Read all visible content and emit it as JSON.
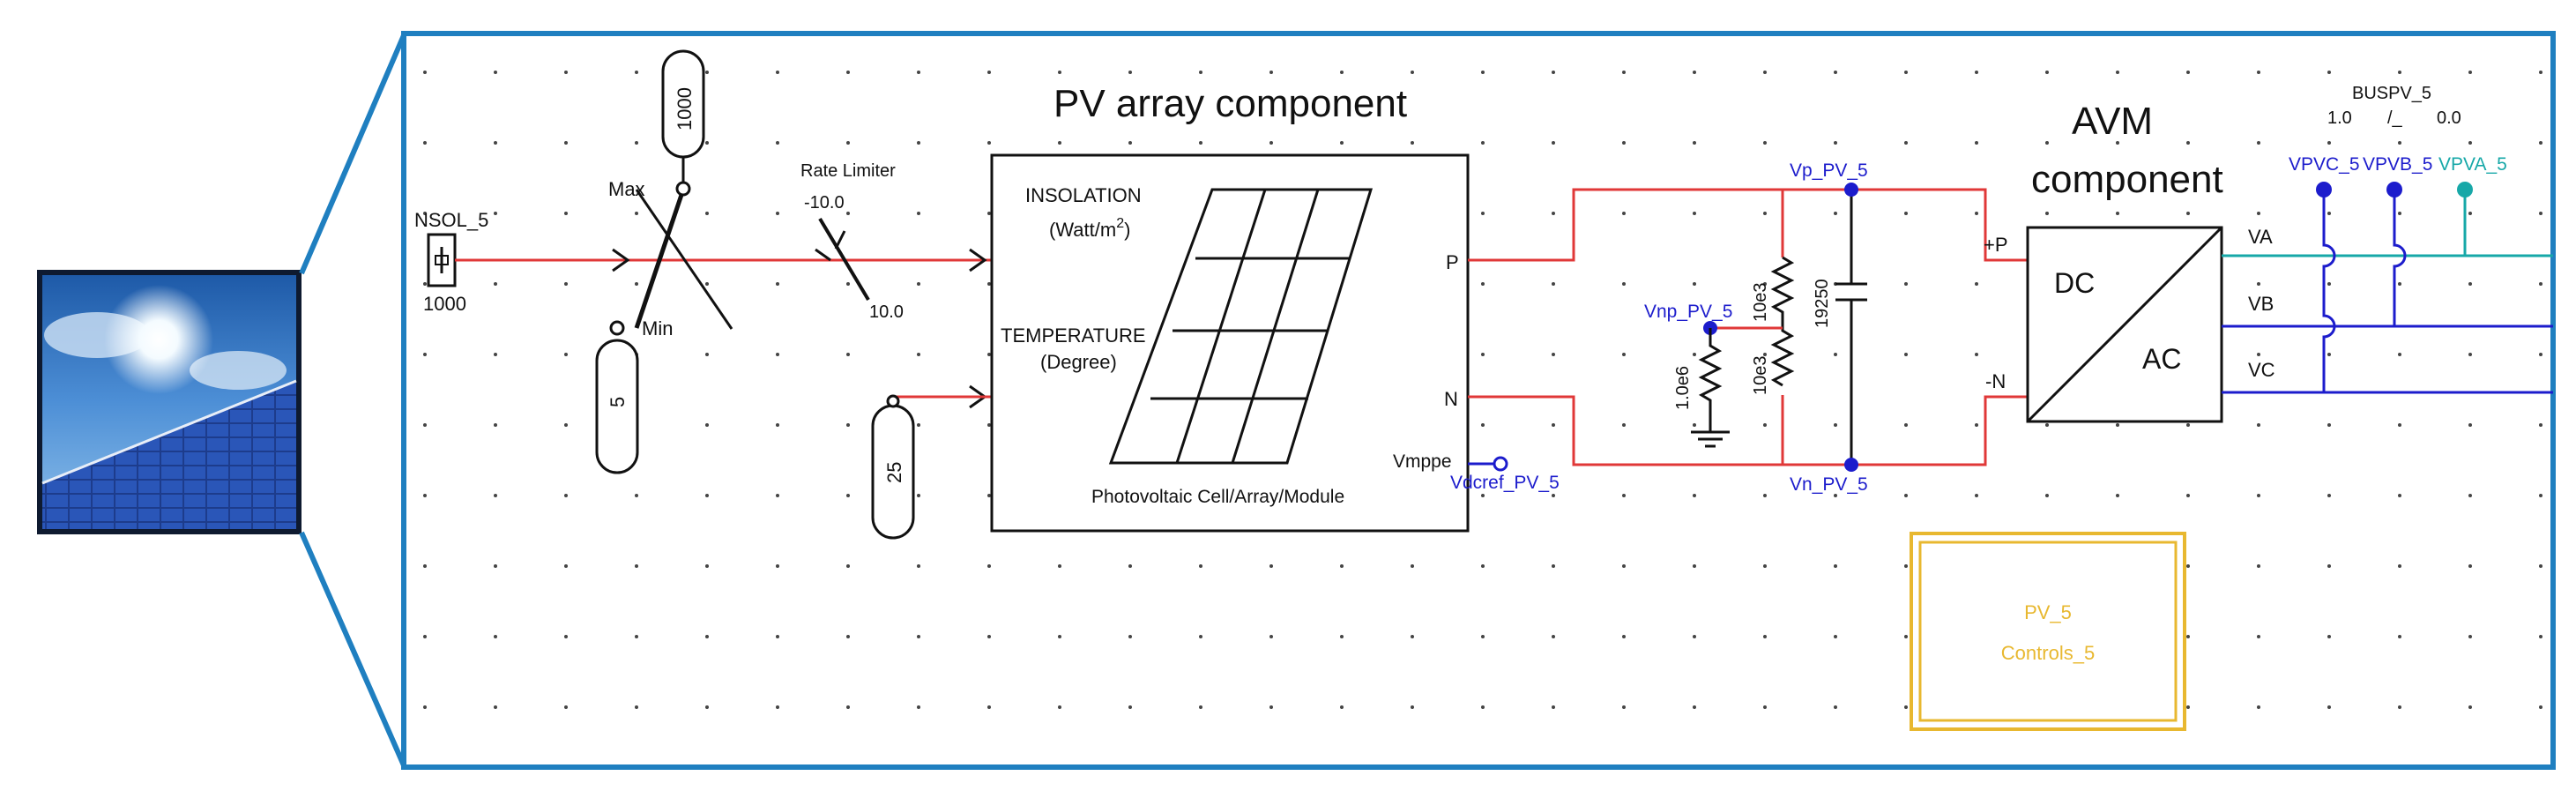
{
  "diagram": {
    "pv_array": {
      "heading": "PV array component",
      "insolation_label": "INSOLATION",
      "insolation_unit": "(Watt/m",
      "insolation_unit_exp": "2",
      "insolation_unit_close": ")",
      "temperature_label": "TEMPERATURE",
      "temperature_unit": "(Degree)",
      "port_p": "P",
      "port_n": "N",
      "caption": "Photovoltaic Cell/Array/Module",
      "vmppe_label": "Vmppe",
      "vdcref_label": "Vdcref_PV_5"
    },
    "solar_source": {
      "name": "NSOL_5",
      "value": "1000"
    },
    "limiter_inputs": {
      "max_label": "Max",
      "max_value": "1000",
      "min_label": "Min",
      "min_value": "5"
    },
    "rate_limiter": {
      "title": "Rate Limiter",
      "lower": "-10.0",
      "upper": "10.0"
    },
    "temperature_source": {
      "value": "25"
    },
    "dc_link": {
      "vp_label": "Vp_PV_5",
      "vn_label": "Vn_PV_5",
      "vnp_label": "Vnp_PV_5",
      "r_ground": "1.0e6",
      "r_upper": "10e3",
      "r_lower": "10e3",
      "capacitor": "19250"
    },
    "avm": {
      "heading_line1": "AVM",
      "heading_line2": "component",
      "dc_label": "DC",
      "ac_label": "AC",
      "plus_label": "+P",
      "minus_label": "-N",
      "phase_a": "VA",
      "phase_b": "VB",
      "phase_c": "VC"
    },
    "bus": {
      "name": "BUSPV_5",
      "value_left": "1.0",
      "value_mid": "/_",
      "value_right": "0.0",
      "vpvc": "VPVC_5",
      "vpvb": "VPVB_5",
      "vpva": "VPVA_5"
    },
    "controls": {
      "line1": "PV_5",
      "line2": "Controls_5"
    }
  },
  "colors": {
    "frame": "#1f7fc0",
    "red_wire": "#e03838",
    "blue_wire": "#1c1ccc",
    "cyan_wire": "#17a8a8",
    "controls": "#e8b830"
  }
}
